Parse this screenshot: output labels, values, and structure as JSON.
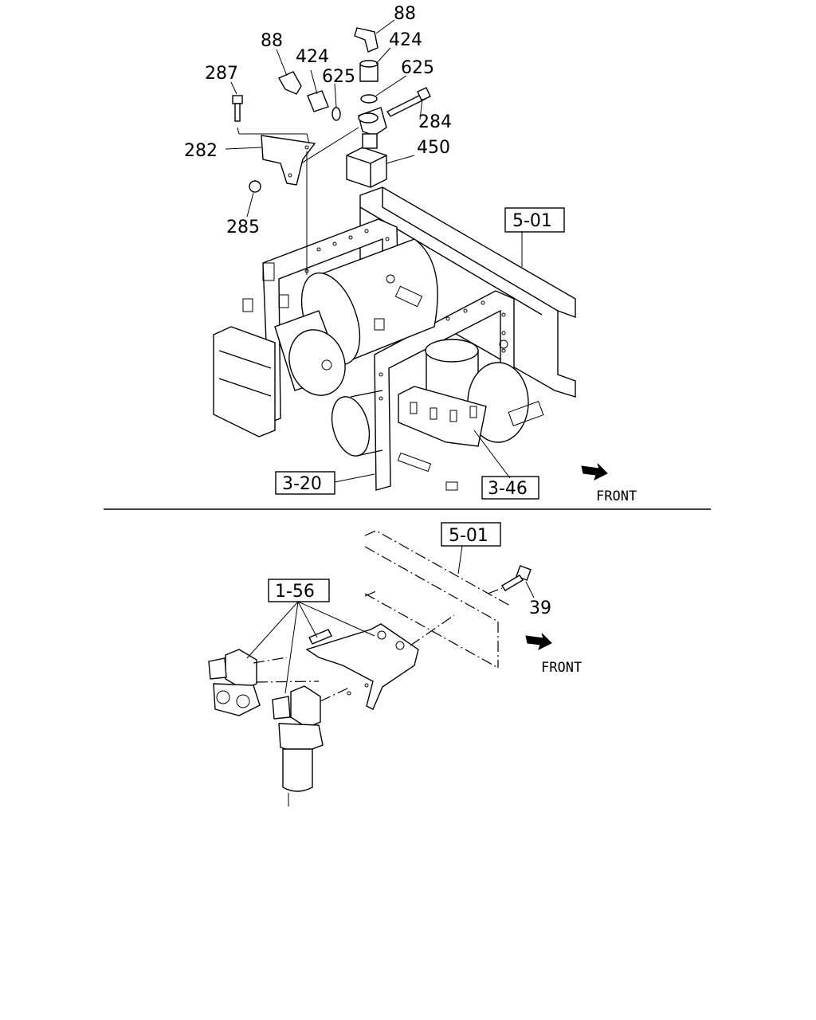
{
  "top_diagram": {
    "callouts": {
      "c88a": "88",
      "c424a": "424",
      "c625a": "625",
      "c88b": "88",
      "c424b": "424",
      "c625b": "625",
      "c287": "287",
      "c284": "284",
      "c450": "450",
      "c282": "282",
      "c285": "285"
    },
    "refs": {
      "r501": "5-01",
      "r320": "3-20",
      "r346": "3-46"
    },
    "front_label": "FRONT"
  },
  "bottom_diagram": {
    "refs": {
      "r501": "5-01",
      "r156": "1-56"
    },
    "callouts": {
      "c39": "39"
    },
    "front_label": "FRONT"
  }
}
